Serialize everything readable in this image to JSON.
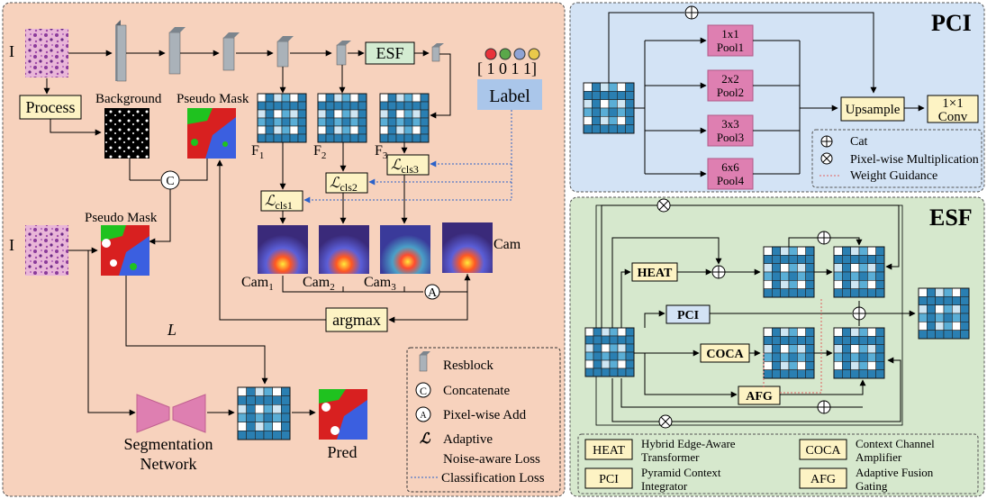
{
  "main": {
    "input_label": "I",
    "input_label_2": "I",
    "process": "Process",
    "background": "Background",
    "pseudo_mask": "Pseudo Mask",
    "pseudo_mask_2": "Pseudo Mask",
    "esf": "ESF",
    "label_vector": "[ 1 0 1 1]",
    "label": "Label",
    "f1": "F1",
    "f2": "F2",
    "f3": "F3",
    "cls1": "L cls1",
    "cls2": "L cls2",
    "cls3": "L cls3",
    "cam1": "Cam1",
    "cam2": "Cam2",
    "cam3": "Cam3",
    "cam": "Cam",
    "concat_symbol": "C",
    "add_symbol": "A",
    "argmax": "argmax",
    "loss": "L",
    "segmentation": [
      "Segmentation",
      "Network"
    ],
    "pred": "Pred",
    "label_colors": [
      "#e8333a",
      "#5aa84a",
      "#8fa3d4",
      "#e9c94a"
    ]
  },
  "legend_left": {
    "resblock": "Resblock",
    "concatenate": "Concatenate",
    "pixel_add": "Pixel-wise Add",
    "adaptive": "Adaptive",
    "noise_loss": "Noise-aware Loss",
    "cls_loss": "Classification Loss"
  },
  "pci": {
    "title": "PCI",
    "pools": [
      {
        "l1": "1x1",
        "l2": "Pool1"
      },
      {
        "l1": "2x2",
        "l2": "Pool2"
      },
      {
        "l1": "3x3",
        "l2": "Pool3"
      },
      {
        "l1": "6x6",
        "l2": "Pool4"
      }
    ],
    "upsample": "Upsample",
    "conv": [
      "1×1",
      "Conv"
    ],
    "legend": {
      "cat": "Cat",
      "pixel_mult": "Pixel-wise Multiplication",
      "weight": "Weight Guidance"
    }
  },
  "esf": {
    "title": "ESF",
    "heat": "HEAT",
    "pci": "PCI",
    "coca": "COCA",
    "afg": "AFG",
    "legend": [
      {
        "abbr": "HEAT",
        "text": [
          "Hybrid Edge-Aware",
          "Transformer"
        ]
      },
      {
        "abbr": "COCA",
        "text": [
          "Context Channel",
          "Amplifier"
        ]
      },
      {
        "abbr": "PCI",
        "text": [
          "Pyramid Context",
          "Integrator"
        ]
      },
      {
        "abbr": "AFG",
        "text": [
          "Adaptive Fusion",
          "Gating"
        ]
      }
    ]
  }
}
